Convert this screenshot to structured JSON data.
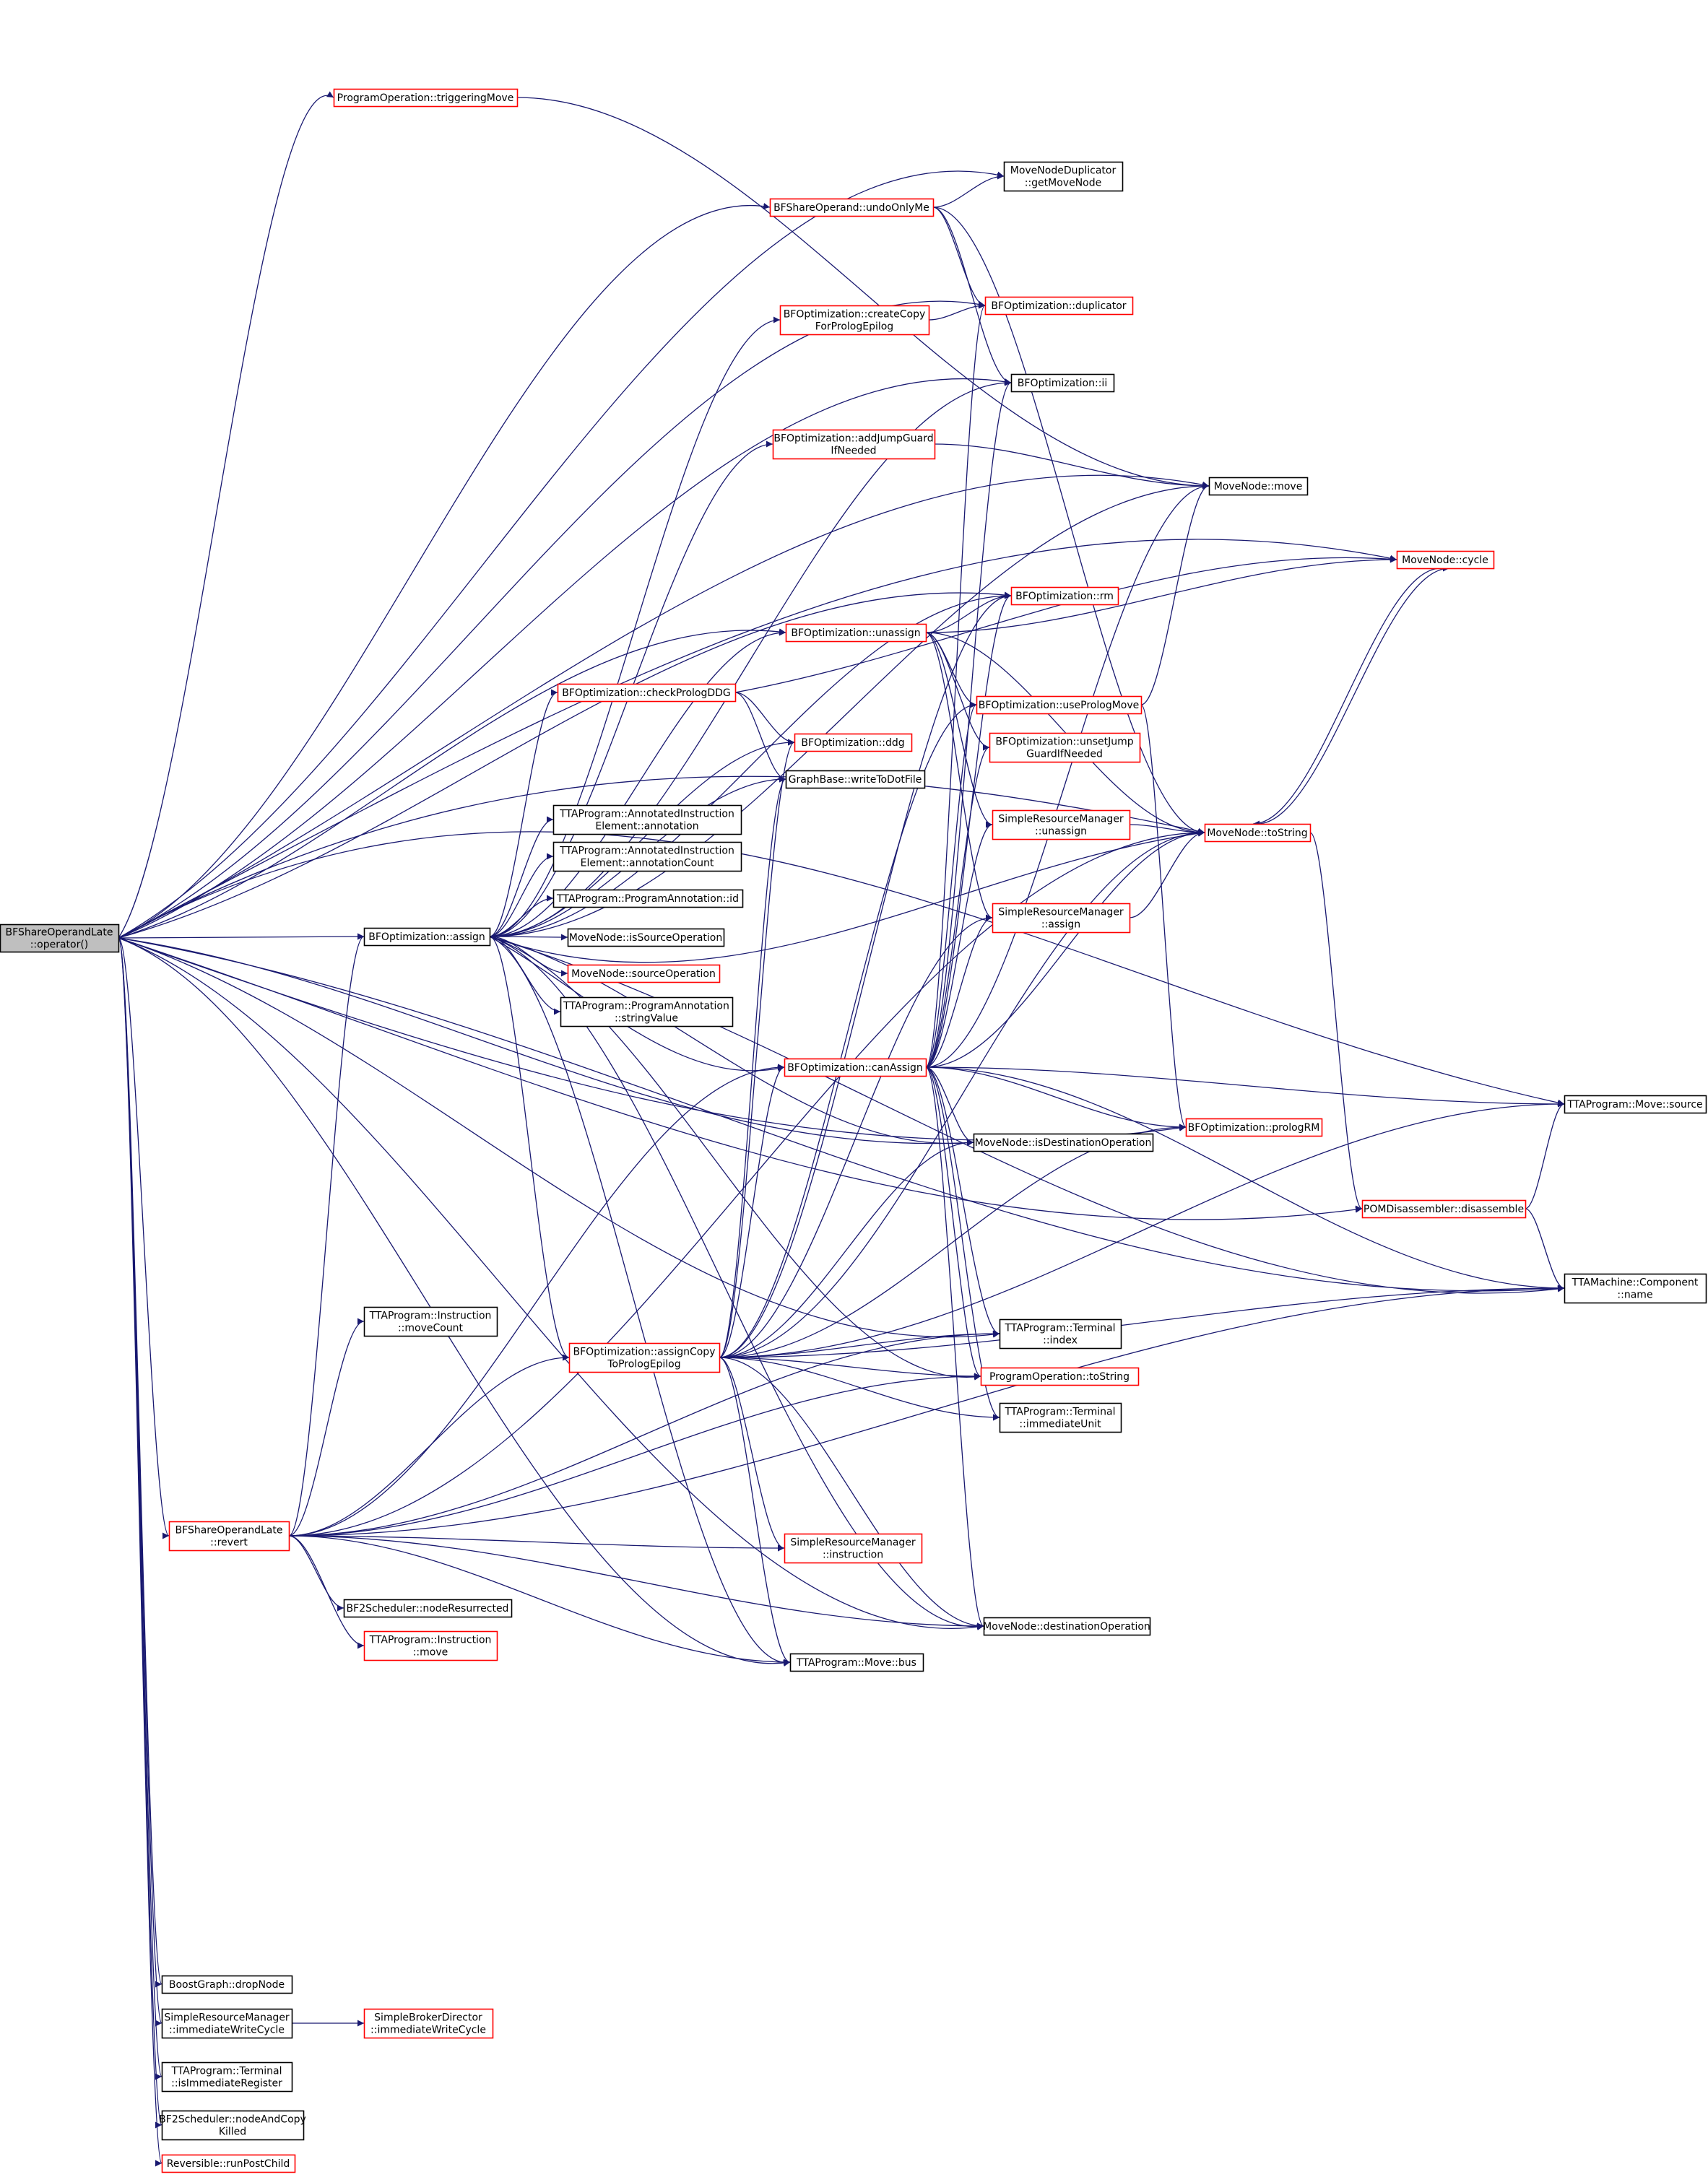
{
  "colors": {
    "edge": "#191970",
    "red_border": "#ff0000",
    "black_border": "#000000",
    "root_fill": "#bfbfbf"
  },
  "nodes": [
    {
      "id": "root",
      "lines": [
        "BFShareOperandLate",
        "::operator()"
      ],
      "style": "root"
    },
    {
      "id": "trig",
      "lines": [
        "ProgramOperation::triggeringMove"
      ],
      "style": "red"
    },
    {
      "id": "getMoveNode",
      "lines": [
        "MoveNodeDuplicator",
        "::getMoveNode"
      ],
      "style": "black"
    },
    {
      "id": "undoOnlyMe",
      "lines": [
        "BFShareOperand::undoOnlyMe"
      ],
      "style": "red"
    },
    {
      "id": "duplicator",
      "lines": [
        "BFOptimization::duplicator"
      ],
      "style": "red"
    },
    {
      "id": "createCopy",
      "lines": [
        "BFOptimization::createCopy",
        "ForPrologEpilog"
      ],
      "style": "red"
    },
    {
      "id": "ii",
      "lines": [
        "BFOptimization::ii"
      ],
      "style": "black"
    },
    {
      "id": "addJumpGuard",
      "lines": [
        "BFOptimization::addJumpGuard",
        "IfNeeded"
      ],
      "style": "red"
    },
    {
      "id": "move",
      "lines": [
        "MoveNode::move"
      ],
      "style": "black"
    },
    {
      "id": "cycle",
      "lines": [
        "MoveNode::cycle"
      ],
      "style": "red"
    },
    {
      "id": "rm",
      "lines": [
        "BFOptimization::rm"
      ],
      "style": "red"
    },
    {
      "id": "unassign",
      "lines": [
        "BFOptimization::unassign"
      ],
      "style": "red"
    },
    {
      "id": "checkProlog",
      "lines": [
        "BFOptimization::checkPrologDDG"
      ],
      "style": "red"
    },
    {
      "id": "usePrologMove",
      "lines": [
        "BFOptimization::usePrologMove"
      ],
      "style": "red"
    },
    {
      "id": "ddg",
      "lines": [
        "BFOptimization::ddg"
      ],
      "style": "red"
    },
    {
      "id": "unsetJump",
      "lines": [
        "BFOptimization::unsetJump",
        "GuardIfNeeded"
      ],
      "style": "red"
    },
    {
      "id": "writeToDot",
      "lines": [
        "GraphBase::writeToDotFile"
      ],
      "style": "black"
    },
    {
      "id": "srmUnassign",
      "lines": [
        "SimpleResourceManager",
        "::unassign"
      ],
      "style": "red"
    },
    {
      "id": "toString",
      "lines": [
        "MoveNode::toString"
      ],
      "style": "red"
    },
    {
      "id": "annotation",
      "lines": [
        "TTAProgram::AnnotatedInstruction",
        "Element::annotation"
      ],
      "style": "black"
    },
    {
      "id": "annotationCount",
      "lines": [
        "TTAProgram::AnnotatedInstruction",
        "Element::annotationCount"
      ],
      "style": "black"
    },
    {
      "id": "annotId",
      "lines": [
        "TTAProgram::ProgramAnnotation::id"
      ],
      "style": "black"
    },
    {
      "id": "srmAssign",
      "lines": [
        "SimpleResourceManager",
        "::assign"
      ],
      "style": "red"
    },
    {
      "id": "assign",
      "lines": [
        "BFOptimization::assign"
      ],
      "style": "black"
    },
    {
      "id": "isSourceOp",
      "lines": [
        "MoveNode::isSourceOperation"
      ],
      "style": "black"
    },
    {
      "id": "sourceOp",
      "lines": [
        "MoveNode::sourceOperation"
      ],
      "style": "red"
    },
    {
      "id": "stringValue",
      "lines": [
        "TTAProgram::ProgramAnnotation",
        "::stringValue"
      ],
      "style": "black"
    },
    {
      "id": "canAssign",
      "lines": [
        "BFOptimization::canAssign"
      ],
      "style": "red"
    },
    {
      "id": "moveSource",
      "lines": [
        "TTAProgram::Move::source"
      ],
      "style": "black"
    },
    {
      "id": "prologRM",
      "lines": [
        "BFOptimization::prologRM"
      ],
      "style": "red"
    },
    {
      "id": "isDestOp",
      "lines": [
        "MoveNode::isDestinationOperation"
      ],
      "style": "black"
    },
    {
      "id": "disassemble",
      "lines": [
        "POMDisassembler::disassemble"
      ],
      "style": "red"
    },
    {
      "id": "compName",
      "lines": [
        "TTAMachine::Component",
        "::name"
      ],
      "style": "black"
    },
    {
      "id": "moveCount",
      "lines": [
        "TTAProgram::Instruction",
        "::moveCount"
      ],
      "style": "black"
    },
    {
      "id": "assignCopy",
      "lines": [
        "BFOptimization::assignCopy",
        "ToPrologEpilog"
      ],
      "style": "red"
    },
    {
      "id": "termIndex",
      "lines": [
        "TTAProgram::Terminal",
        "::index"
      ],
      "style": "black"
    },
    {
      "id": "poToString",
      "lines": [
        "ProgramOperation::toString"
      ],
      "style": "red"
    },
    {
      "id": "immUnit",
      "lines": [
        "TTAProgram::Terminal",
        "::immediateUnit"
      ],
      "style": "black"
    },
    {
      "id": "revert",
      "lines": [
        "BFShareOperandLate",
        "::revert"
      ],
      "style": "red"
    },
    {
      "id": "srmInstruction",
      "lines": [
        "SimpleResourceManager",
        "::instruction"
      ],
      "style": "red"
    },
    {
      "id": "nodeResurrected",
      "lines": [
        "BF2Scheduler::nodeResurrected"
      ],
      "style": "black"
    },
    {
      "id": "destOp",
      "lines": [
        "MoveNode::destinationOperation"
      ],
      "style": "black"
    },
    {
      "id": "instrMove",
      "lines": [
        "TTAProgram::Instruction",
        "::move"
      ],
      "style": "red"
    },
    {
      "id": "moveBus",
      "lines": [
        "TTAProgram::Move::bus"
      ],
      "style": "black"
    },
    {
      "id": "dropNode",
      "lines": [
        "BoostGraph::dropNode"
      ],
      "style": "black"
    },
    {
      "id": "srmImmWrite",
      "lines": [
        "SimpleResourceManager",
        "::immediateWriteCycle"
      ],
      "style": "black"
    },
    {
      "id": "sbdImmWrite",
      "lines": [
        "SimpleBrokerDirector",
        "::immediateWriteCycle"
      ],
      "style": "red"
    },
    {
      "id": "isImmReg",
      "lines": [
        "TTAProgram::Terminal",
        "::isImmediateRegister"
      ],
      "style": "black"
    },
    {
      "id": "nodeAndCopy",
      "lines": [
        "BF2Scheduler::nodeAndCopy",
        "Killed"
      ],
      "style": "black"
    },
    {
      "id": "runPostChild",
      "lines": [
        "Reversible::runPostChild"
      ],
      "style": "red"
    }
  ]
}
